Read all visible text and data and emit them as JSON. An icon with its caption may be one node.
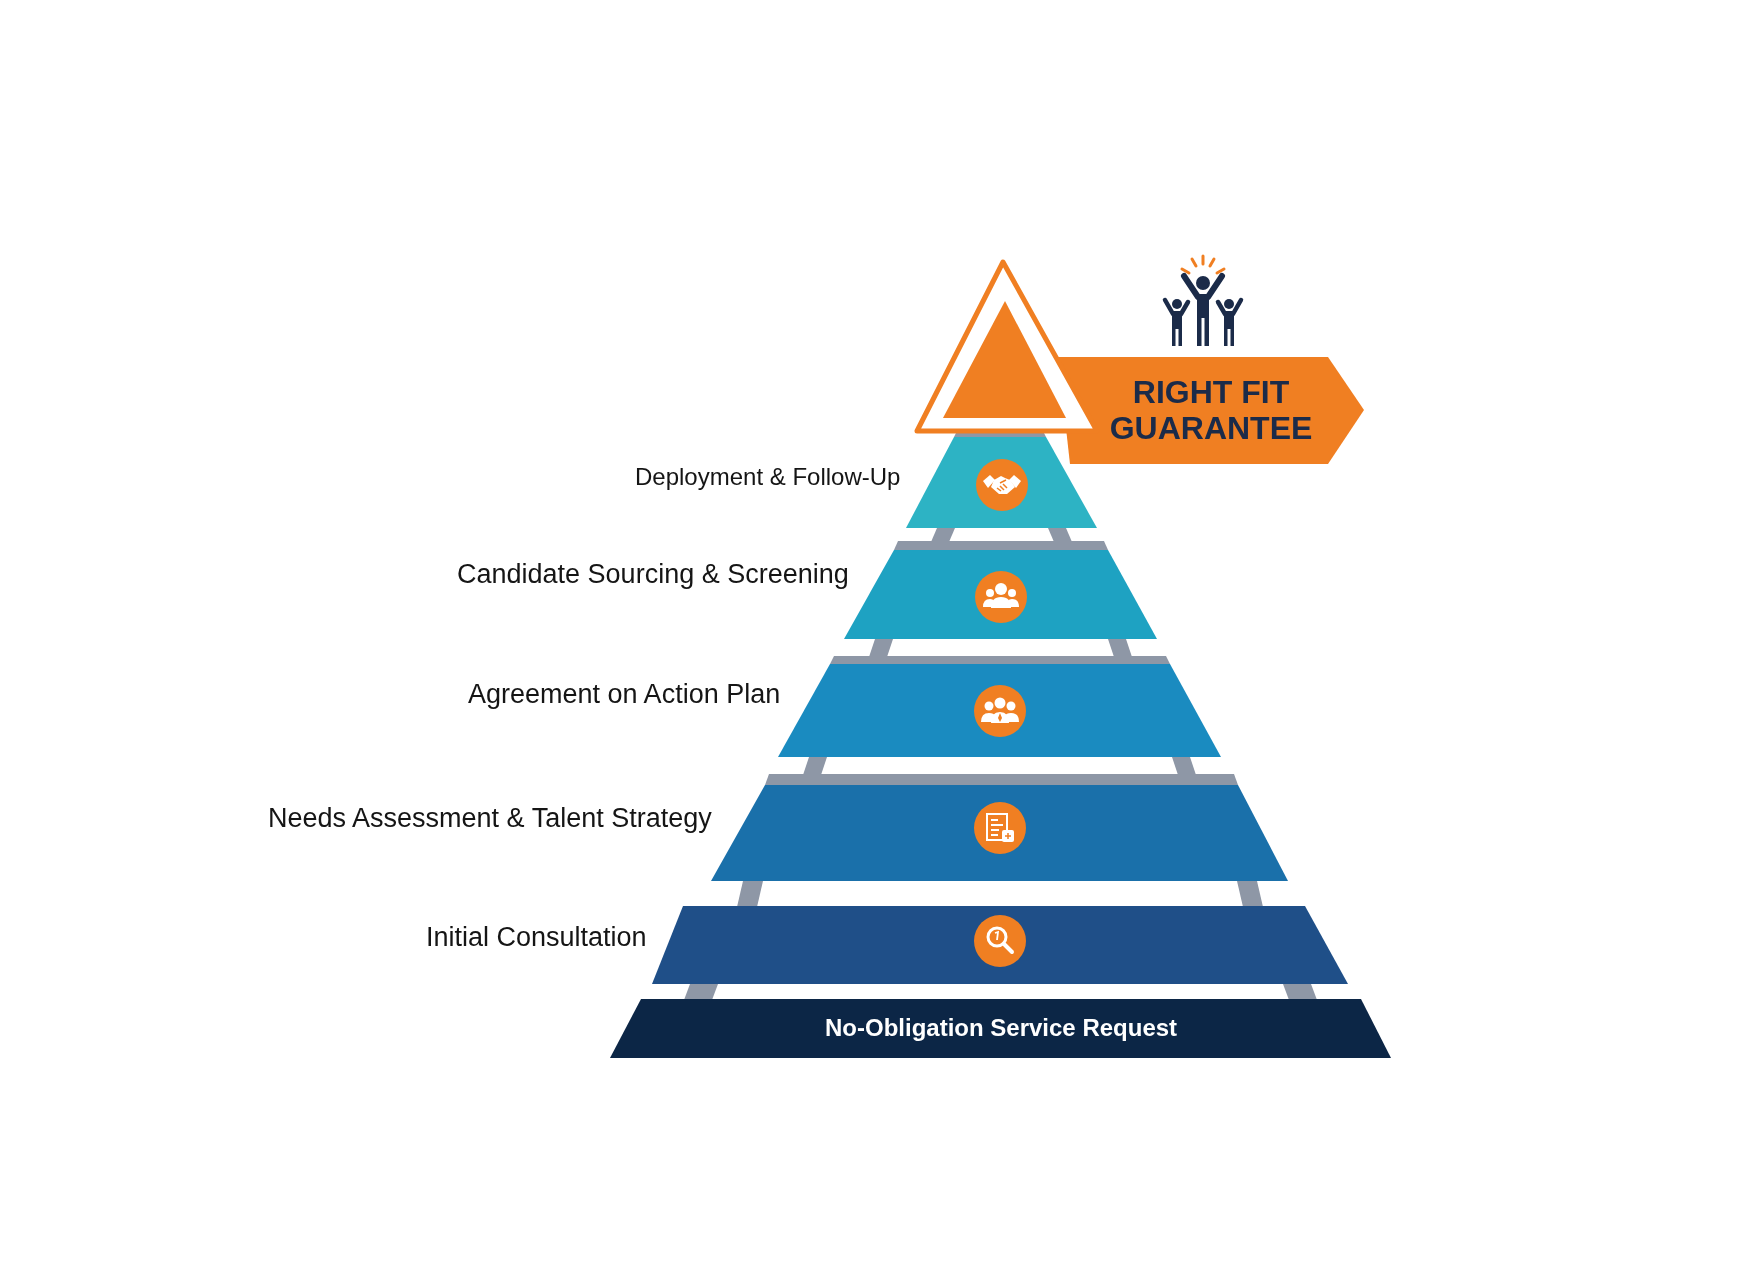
{
  "diagram": {
    "nodes": [
      {
        "text": [],
        "shape": "triangle"
      },
      {
        "text": [
          "RIGHT FIT GUARANTEE"
        ]
      },
      {
        "text": [
          "Deployment & Follow-Up"
        ]
      },
      {
        "text": [
          "Candidate Sourcing & Screening"
        ]
      },
      {
        "text": [
          "Agreement on Action Plan"
        ]
      },
      {
        "text": [
          "Needs Assessment & Talent Strategy"
        ]
      },
      {
        "text": [
          "Initial Consultation"
        ]
      },
      {
        "text": [
          "No-Obligation Service Request"
        ]
      }
    ]
  }
}
